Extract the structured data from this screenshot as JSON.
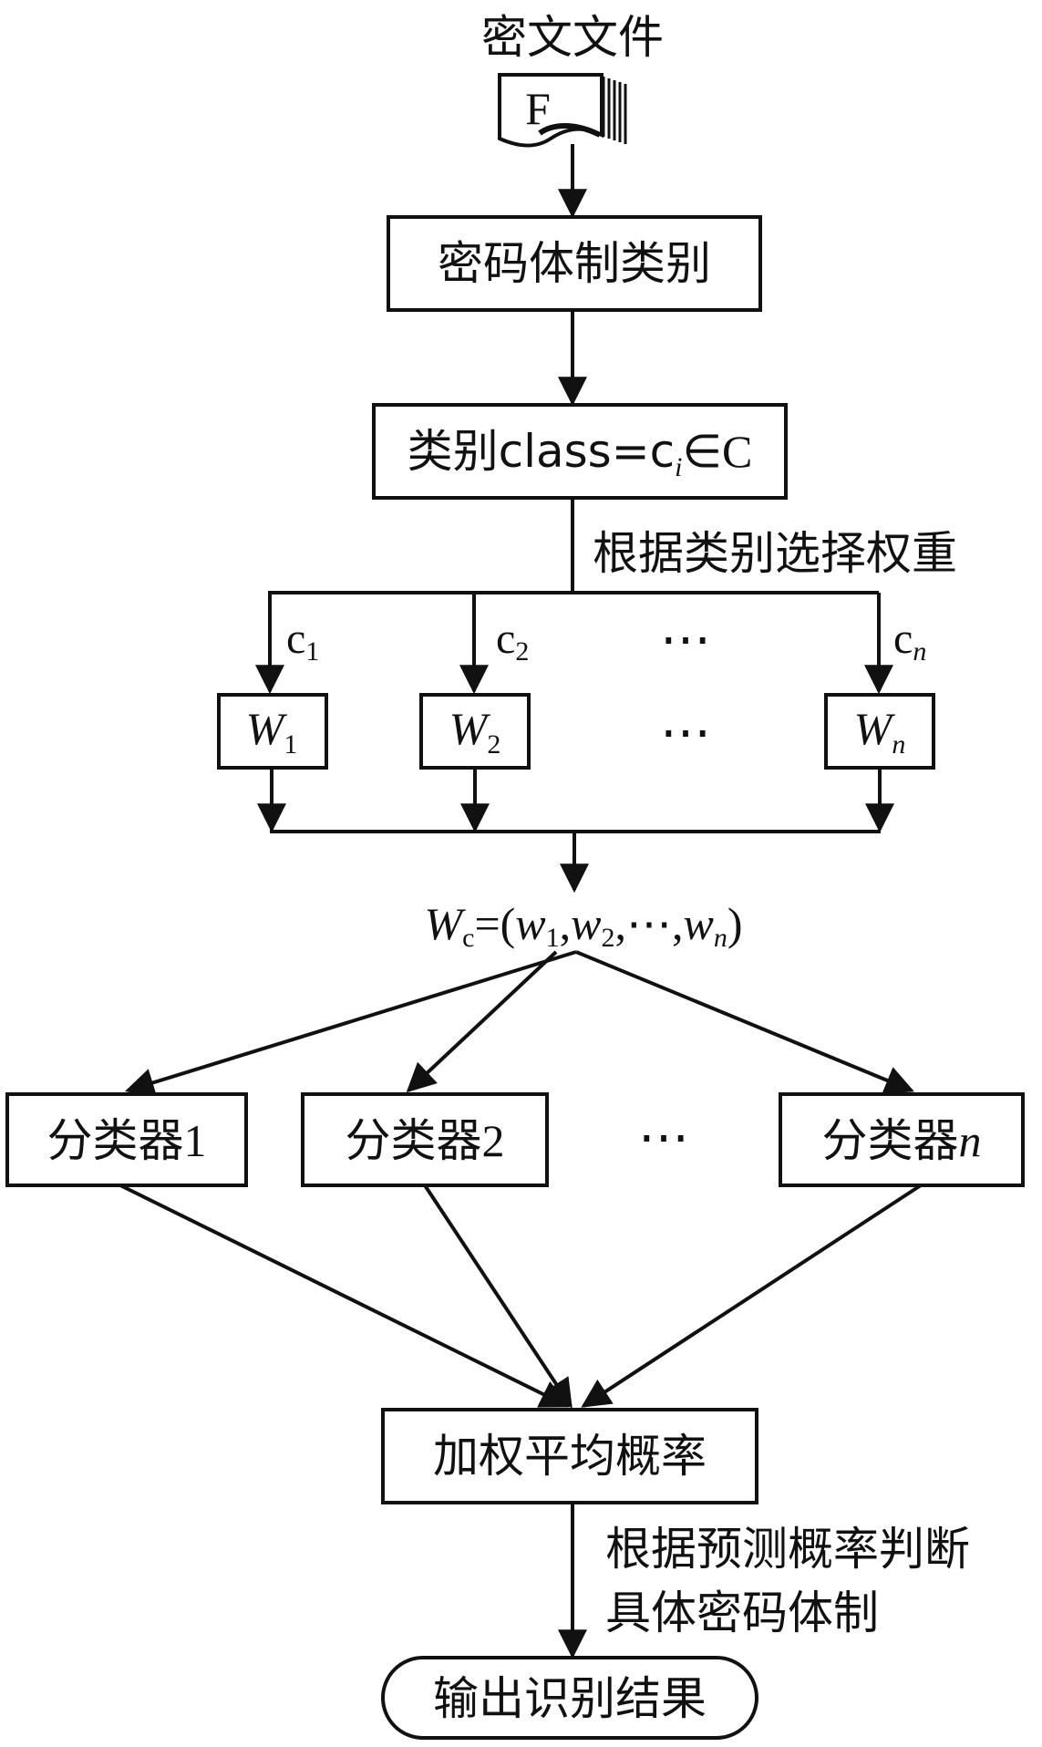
{
  "file": {
    "title": "密文文件",
    "icon_letter": "F",
    "icon": "document-icon"
  },
  "nodes": {
    "crypto_category": "密码体制类别",
    "class_text": "类别class=c",
    "class_sub": "i",
    "class_suffix": "∈C",
    "weighted_avg": "加权平均概率",
    "output": "输出识别结果"
  },
  "edge_labels": {
    "select_weights": "根据类别选择权重",
    "judge_line1": "根据预测概率判断",
    "judge_line2": "具体密码体制"
  },
  "branches": [
    {
      "label": "c",
      "label_sub": "1",
      "weight": "W",
      "weight_sub": "1"
    },
    {
      "label": "c",
      "label_sub": "2",
      "weight": "W",
      "weight_sub": "2"
    },
    {
      "label": "c",
      "label_sub": "n",
      "weight": "W",
      "weight_sub": "n"
    }
  ],
  "ellipsis": "⋯",
  "weight_vector": {
    "W": "W",
    "W_sub": "c",
    "eq_open": "=(",
    "w1": "w",
    "w1_sub": "1",
    "comma": ",",
    "w2": "w",
    "w2_sub": "2",
    "dots": "⋯",
    "wn": "w",
    "wn_sub": "n",
    "close": ")"
  },
  "classifiers": [
    {
      "label": "分类器",
      "suffix": "1"
    },
    {
      "label": "分类器",
      "suffix": "2"
    },
    {
      "label": "分类器",
      "suffix": "n"
    }
  ],
  "colors": {
    "line": "#111111",
    "background": "#ffffff"
  }
}
